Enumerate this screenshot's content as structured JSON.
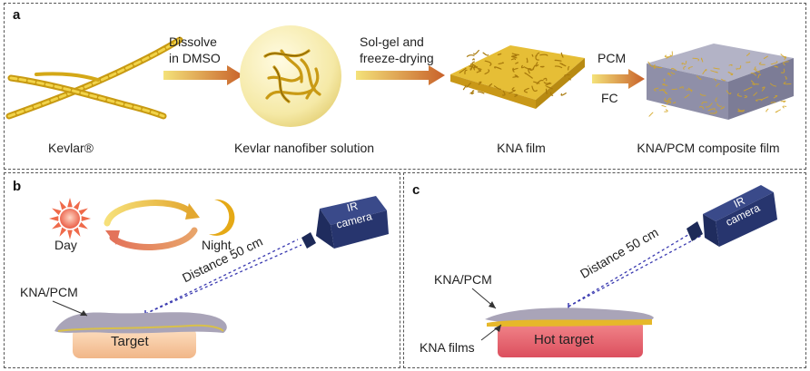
{
  "panel_a": {
    "label": "a",
    "step1": {
      "line1": "Dissolve",
      "line2": "in DMSO"
    },
    "step2": {
      "line1": "Sol-gel and",
      "line2": "freeze-drying"
    },
    "step3": {
      "line1": "PCM",
      "line2": "FC"
    },
    "captions": [
      "Kevlar®",
      "Kevlar nanofiber solution",
      "KNA film",
      "KNA/PCM  composite film"
    ]
  },
  "panel_b": {
    "label": "b",
    "day": "Day",
    "night": "Night",
    "camera_line1": "IR",
    "camera_line2": "camera",
    "distance": "Distance 50 cm",
    "film_label": "KNA/PCM",
    "target": "Target"
  },
  "panel_c": {
    "label": "c",
    "camera_line1": "IR",
    "camera_line2": "camera",
    "distance": "Distance 50 cm",
    "film_label": "KNA/PCM",
    "films_label": "KNA films",
    "target": "Hot target"
  },
  "colors": {
    "fiber": "#d6b21e",
    "arrow_start": "#f4e27a",
    "arrow_end": "#c8612a",
    "camera": "#27356e",
    "target_b": "#f6c89a",
    "target_c": "#e8606a",
    "sun": "#e8523a",
    "moon": "#e5a916",
    "composite": "#8f8fa8",
    "beam": "#3a3ab0"
  }
}
